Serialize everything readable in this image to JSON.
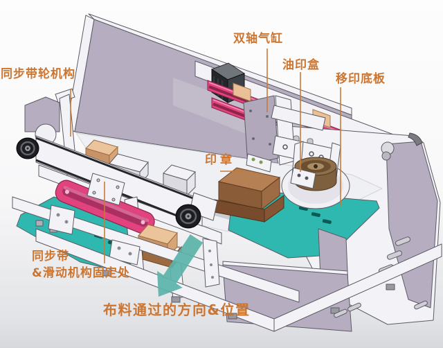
{
  "annotations": {
    "belt_pulley_mechanism": "同步带轮机构",
    "dual_axis_cylinder": "双轴气缸",
    "ink_cup_box": "油印盒",
    "pad_printing_base_plate": "移印底板",
    "stamp": "印章",
    "sync_belt_line1": "同步带",
    "sync_belt_line2": "&滑动机构固定处",
    "cloth_direction": "布料通过的方向&位置"
  },
  "colors": {
    "annotation_text": "#cc7531",
    "leader_line": "#c97a35",
    "teal_plate": "#2eb8af",
    "direction_arrow": "#5ab3a9",
    "slide_rail_pink": "#e0437e",
    "rail_stripe_dark": "#8f2348",
    "panel_lavender": "#b6aec0",
    "frame_white": "#f3f2f6",
    "stamp_brown": "#8a5c38",
    "wood_tan": "#e9c098",
    "ink_cup_brown": "#8f7049"
  }
}
